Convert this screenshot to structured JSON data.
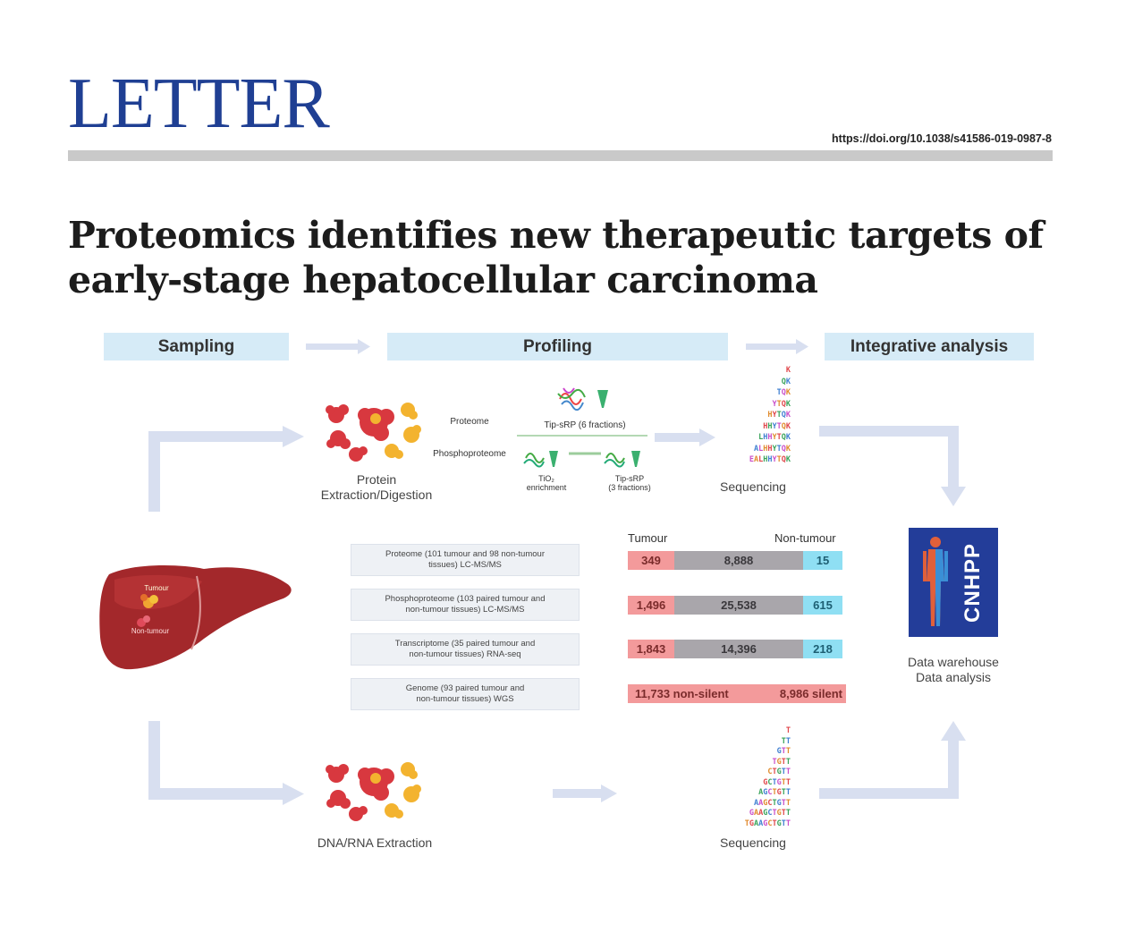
{
  "header": {
    "section": "LETTER",
    "doi": "https://doi.org/10.1038/s41586-019-0987-8"
  },
  "article": {
    "title_line1": "Proteomics identifies new therapeutic targets of",
    "title_line2": "early-stage hepatocellular carcinoma"
  },
  "figure": {
    "stages": [
      "Sampling",
      "Profiling",
      "Integrative analysis"
    ],
    "liver": {
      "tumour_label": "Tumour",
      "non_tumour_label": "Non-tumour"
    },
    "protein": {
      "label_line1": "Protein",
      "label_line2": "Extraction/Digestion",
      "proteome": "Proteome",
      "phosphoproteome": "Phosphoproteome",
      "tiprp_top": "Tip-sRP (6 fractions)",
      "tio2_line1": "TiO₂",
      "tio2_line2": "enrichment",
      "tiprp_bottom_line1": "Tip-sRP",
      "tiprp_bottom_line2": "(3 fractions)",
      "sequencing": "Sequencing",
      "peptides": [
        "K",
        "QK",
        "TQK",
        "YTQK",
        "HYTQK",
        "HHYTQK",
        "LHHYTQK",
        "ALHHYTQK",
        "EALHHYTQK"
      ]
    },
    "dna": {
      "label": "DNA/RNA Extraction",
      "sequencing": "Sequencing",
      "reads": [
        "T",
        "TT",
        "GTT",
        "TGTT",
        "CTGTT",
        "GCTGTT",
        "AGCTGTT",
        "AAGCTGTT",
        "GAAGCTGTT",
        "TGAAGCTGTT"
      ]
    },
    "table": {
      "tumour_header": "Tumour",
      "non_tumour_header": "Non-tumour",
      "rows": [
        {
          "desc_line1": "Proteome (101 tumour and 98 non-tumour",
          "desc_line2": "tissues) LC-MS/MS",
          "tumour": "349",
          "common": "8,888",
          "non_tumour": "15"
        },
        {
          "desc_line1": "Phosphoproteome (103 paired tumour and",
          "desc_line2": "non-tumour tissues) LC-MS/MS",
          "tumour": "1,496",
          "common": "25,538",
          "non_tumour": "615"
        },
        {
          "desc_line1": "Transcriptome (35 paired tumour and",
          "desc_line2": "non-tumour tissues) RNA-seq",
          "tumour": "1,843",
          "common": "14,396",
          "non_tumour": "218"
        },
        {
          "desc_line1": "Genome (93 paired tumour and",
          "desc_line2": "non-tumour tissues) WGS",
          "non_silent": "11,733 non-silent",
          "silent": "8,986 silent"
        }
      ]
    },
    "cnhpp": {
      "logo_text": "CNHPP",
      "label_line1": "Data warehouse",
      "label_line2": "Data analysis"
    }
  }
}
